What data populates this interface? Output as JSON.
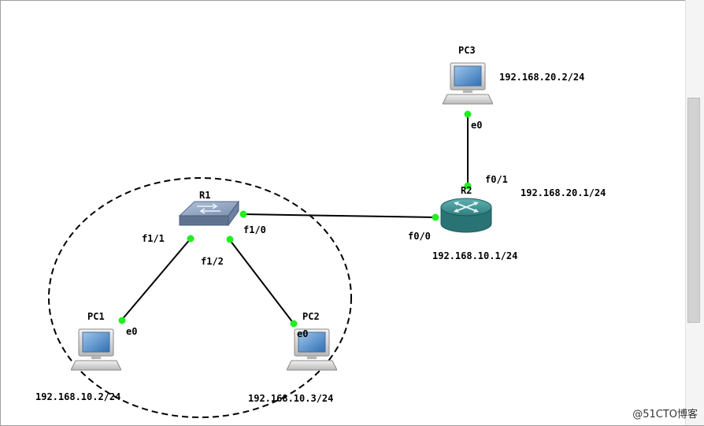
{
  "devices": {
    "r1": "R1",
    "r2": "R2",
    "pc1": "PC1",
    "pc2": "PC2",
    "pc3": "PC3"
  },
  "interfaces": {
    "r1_f1_0": "f1/0",
    "r1_f1_1": "f1/1",
    "r1_f1_2": "f1/2",
    "r2_f0_0": "f0/0",
    "r2_f0_1": "f0/1",
    "pc1_e0": "e0",
    "pc2_e0": "e0",
    "pc3_e0": "e0"
  },
  "addresses": {
    "pc1": "192.168.10.2/24",
    "pc2": "192.168.10.3/24",
    "pc3": "192.168.20.2/24",
    "r2_f0_0": "192.168.10.1/24",
    "r2_f0_1": "192.168.20.1/24"
  },
  "watermark": "@51CTO博客",
  "colors": {
    "link": "#000000",
    "port_up": "#22ee22",
    "router": "#3a8c8c",
    "switch": "#7d93b3"
  }
}
